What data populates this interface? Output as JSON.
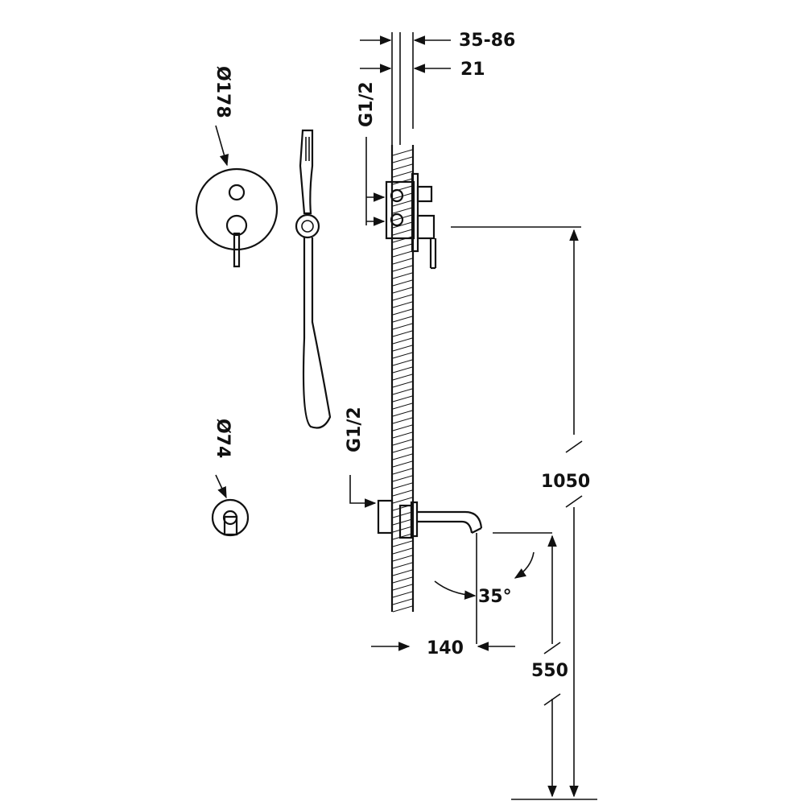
{
  "labels": {
    "dim_35_86": "35-86",
    "dim_21": "21",
    "g12_top": "G1/2",
    "g12_bottom": "G1/2",
    "dia_178": "Ø178",
    "dia_74": "Ø74",
    "dim_1050": "1050",
    "dim_550": "550",
    "dim_140": "140",
    "angle_35": "35°"
  },
  "colors": {
    "line": "#111111",
    "background": "#ffffff"
  }
}
